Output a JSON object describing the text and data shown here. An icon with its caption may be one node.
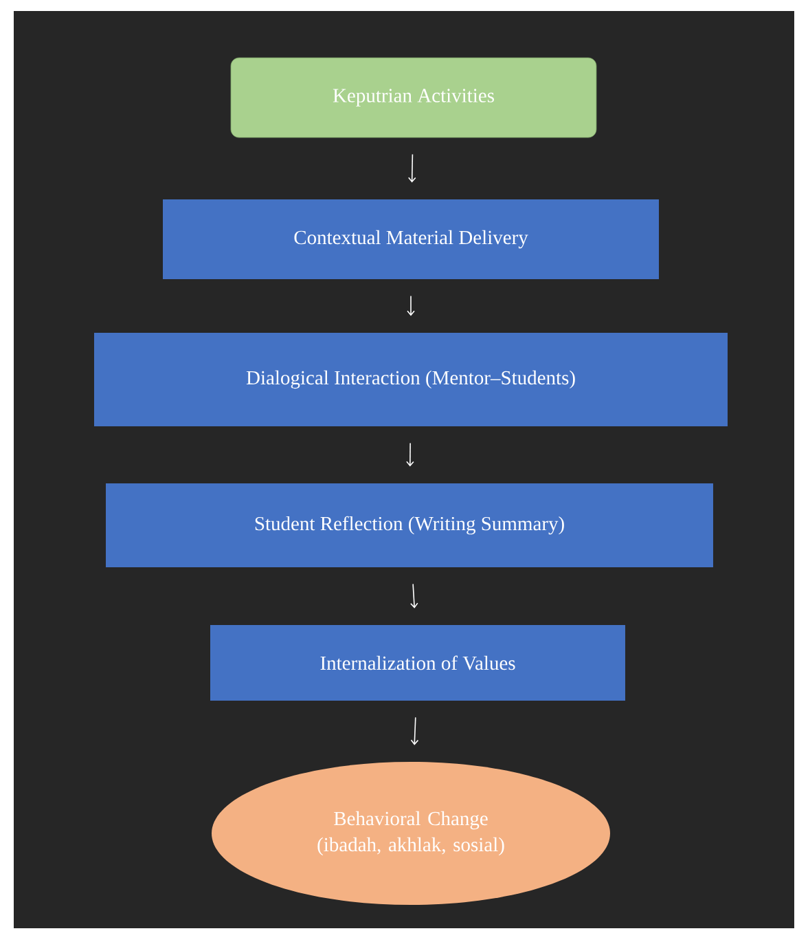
{
  "diagram": {
    "nodes": [
      {
        "text": [
          "Keputrian Activities"
        ]
      },
      {
        "text": [
          "Contextual Material Delivery"
        ]
      },
      {
        "text": [
          "Dialogical Interaction (Mentor–Students)"
        ]
      },
      {
        "text": [
          "Student Reflection (Writing Summary)"
        ]
      },
      {
        "text": [
          "Internalization of Values"
        ]
      },
      {
        "text": [
          "Behavioral Change (ibadah, akhlak, sosial)"
        ]
      }
    ],
    "edges": [
      {
        "from": 0,
        "to": 1,
        "arrow": "to"
      },
      {
        "from": 1,
        "to": 2,
        "arrow": "to"
      },
      {
        "from": 2,
        "to": 3,
        "arrow": "to"
      },
      {
        "from": 3,
        "to": 4,
        "arrow": "to"
      },
      {
        "from": 4,
        "to": 5,
        "arrow": "to"
      }
    ]
  }
}
